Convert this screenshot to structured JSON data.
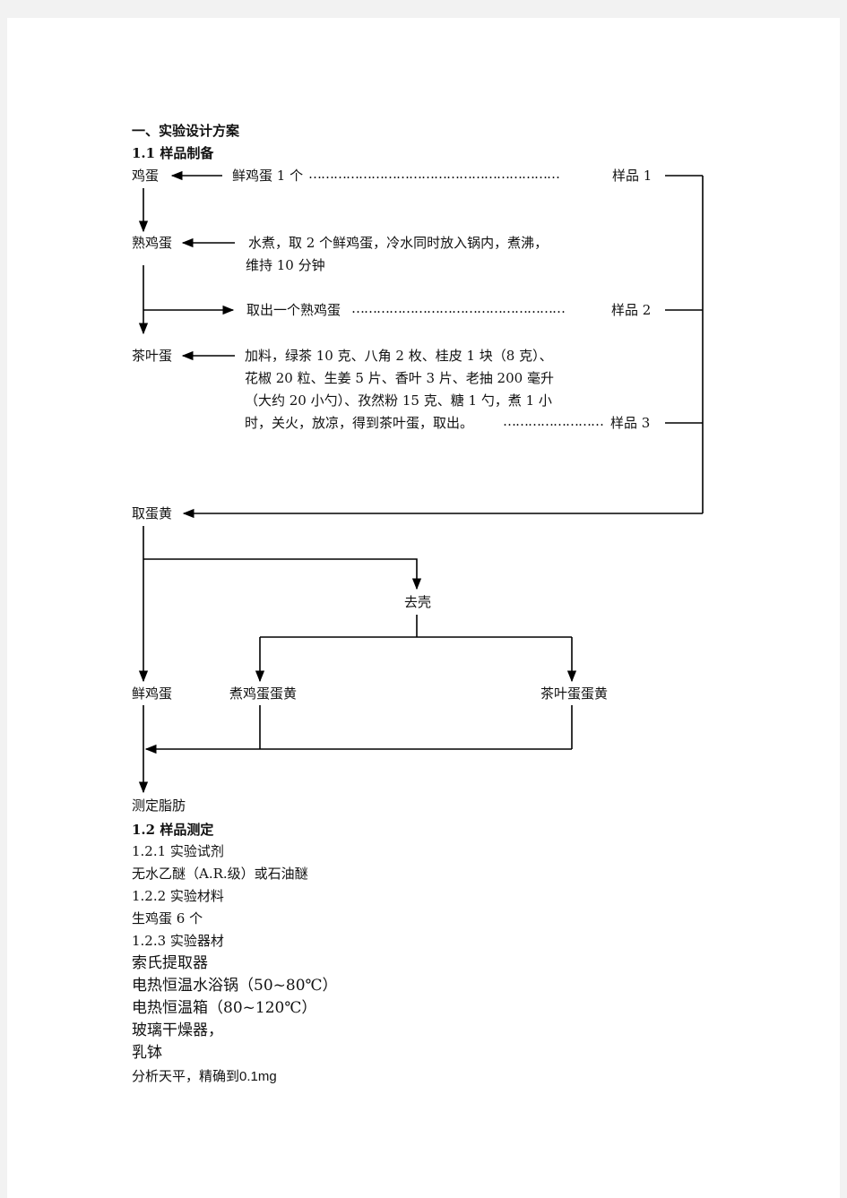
{
  "section1": {
    "heading": "一、实验设计方案",
    "sub1": "1.1 样品制备"
  },
  "flow": {
    "egg": "鸡蛋",
    "fresh_egg_one": "鲜鸡蛋 1 个",
    "dots1": "……………………………………………………",
    "sample1": "样品 1",
    "boiled_egg": "熟鸡蛋",
    "boil_line1": "水煮，取 2 个鲜鸡蛋，冷水同时放入锅内，煮沸，",
    "boil_line2": "维持 10 分钟",
    "take_one": "取出一个熟鸡蛋",
    "dots2": "……………………………………………",
    "sample2": "样品 2",
    "tea_egg": "茶叶蛋",
    "tea_line1": "加料，绿茶 10 克、八角 2 枚、桂皮 1 块（8 克）、",
    "tea_line2": "花椒 20 粒、生姜 5 片、香叶 3 片、老抽 200 毫升",
    "tea_line3": "（大约 20 小勺）、孜然粉 15 克、糖 1 勺，煮 1 小",
    "tea_line4": "时，关火，放凉，得到茶叶蛋，取出。",
    "dots3": "……………………",
    "sample3": "样品 3",
    "take_yolk": "取蛋黄",
    "shell": "去壳",
    "fresh_egg": "鲜鸡蛋",
    "boiled_yolk": "煮鸡蛋蛋黄",
    "tea_yolk": "茶叶蛋蛋黄",
    "measure_fat": "测定脂肪"
  },
  "section2": {
    "sub2": "1.2 样品测定",
    "s121": "1.2.1 实验试剂",
    "reagent": "无水乙醚（A.R.级）或石油醚",
    "s122": "1.2.2 实验材料",
    "material": "生鸡蛋 6 个",
    "s123": "1.2.3 实验器材",
    "eq1": "索氏提取器",
    "eq2": "电热恒温水浴锅（50~80℃）",
    "eq3": "电热恒温箱（80~120℃）",
    "eq4": "玻璃干燥器，",
    "eq5": "乳钵",
    "eq6a": "分析天平，精确到",
    "eq6b": "0.1mg"
  }
}
